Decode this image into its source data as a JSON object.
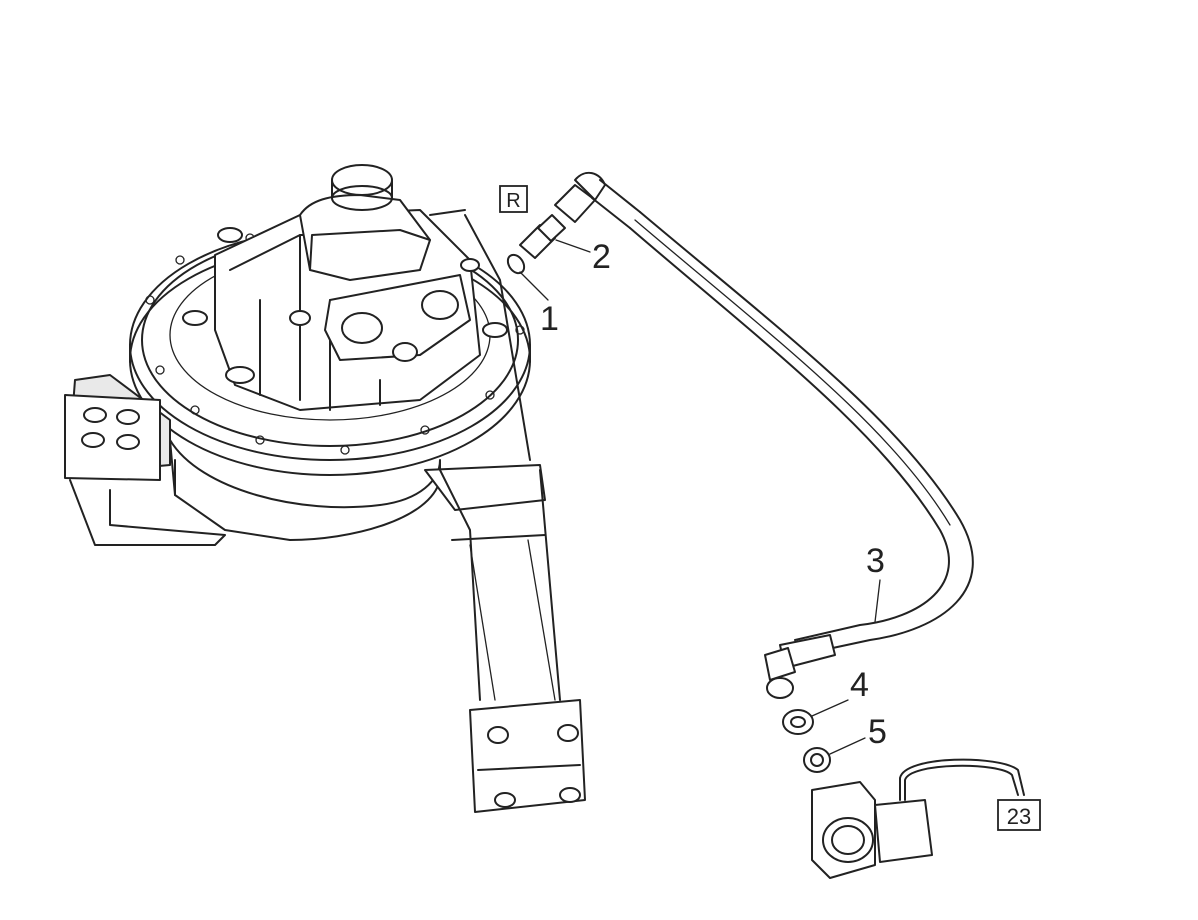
{
  "diagram": {
    "callouts": [
      {
        "id": "1",
        "text": "1"
      },
      {
        "id": "2",
        "text": "2"
      },
      {
        "id": "3",
        "text": "3"
      },
      {
        "id": "4",
        "text": "4"
      },
      {
        "id": "5",
        "text": "5"
      }
    ],
    "boxed_labels": [
      {
        "id": "R",
        "text": "R"
      },
      {
        "id": "23",
        "text": "23"
      }
    ]
  }
}
